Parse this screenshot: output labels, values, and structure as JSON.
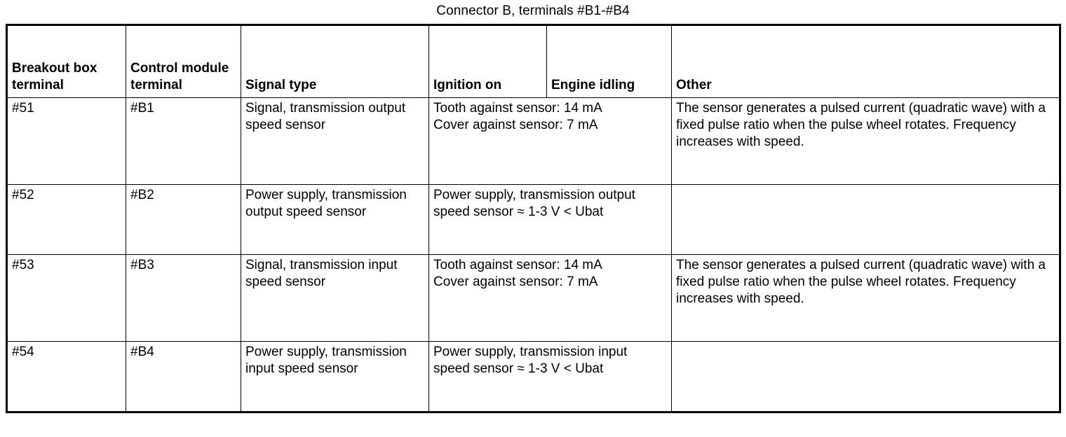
{
  "document": {
    "caption": "Connector B, terminals #B1-#B4",
    "ink_color": "#000000",
    "background_color": "#ffffff"
  },
  "table": {
    "headers": [
      "Breakout box terminal",
      "Control module terminal",
      "Signal type",
      "Ignition on",
      "Engine idling",
      "Other"
    ],
    "rows": [
      {
        "breakout_box_terminal": "#51",
        "control_module_terminal": "#B1",
        "signal_type": "Signal, transmission output speed sensor",
        "measurement": "Tooth against sensor: 14 mA\nCover against sensor: 7 mA",
        "measurement_line1": "Tooth against sensor: 14 mA",
        "measurement_line2": "Cover against sensor: 7 mA",
        "other": "The sensor generates a pulsed current (quadratic wave) with a fixed pulse ratio when the pulse wheel rotates. Frequency increases with speed."
      },
      {
        "breakout_box_terminal": "#52",
        "control_module_terminal": "#B2",
        "signal_type": "Power supply, transmission output speed sensor",
        "measurement": "Power supply, transmission output speed sensor ≈ 1-3 V < Ubat",
        "measurement_line1": "Power supply, transmission output speed sensor ≈ 1-3 V < Ubat",
        "measurement_line2": "",
        "other": ""
      },
      {
        "breakout_box_terminal": "#53",
        "control_module_terminal": "#B3",
        "signal_type": "Signal, transmission input speed sensor",
        "measurement": "Tooth against sensor: 14 mA\nCover against sensor: 7 mA",
        "measurement_line1": "Tooth against sensor: 14 mA",
        "measurement_line2": "Cover against sensor: 7 mA",
        "other": "The sensor generates a pulsed current (quadratic wave) with a fixed pulse ratio when the pulse wheel rotates. Frequency increases with speed."
      },
      {
        "breakout_box_terminal": "#54",
        "control_module_terminal": "#B4",
        "signal_type": "Power supply, transmission input speed sensor",
        "measurement": "Power supply, transmission input speed sensor ≈ 1-3 V < Ubat",
        "measurement_line1": "Power supply, transmission input speed sensor ≈ 1-3 V < Ubat",
        "measurement_line2": "",
        "other": ""
      }
    ]
  }
}
